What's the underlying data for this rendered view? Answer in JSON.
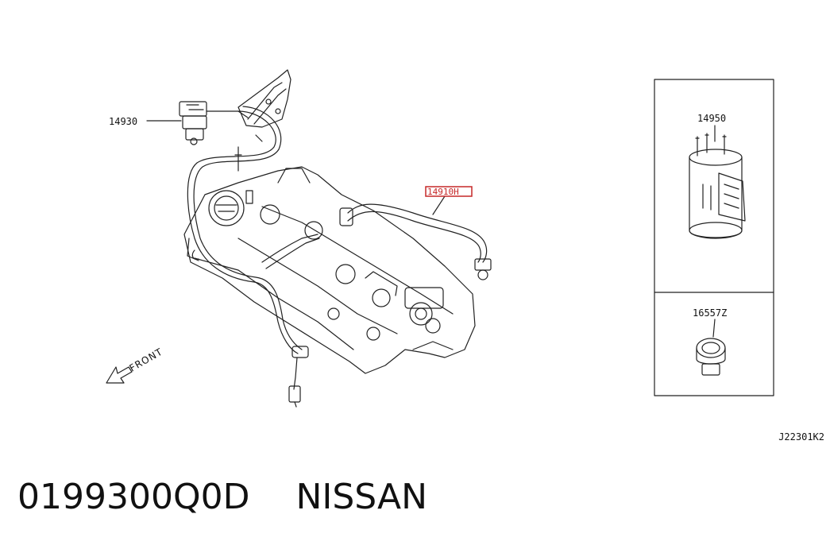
{
  "callouts": {
    "purge_valve": "14930",
    "hose_highlighted": "14910H",
    "canister": "14950",
    "clamp": "16557Z"
  },
  "orientation": {
    "front_label": "FRONT"
  },
  "diagram_code": "J22301K2",
  "footer": {
    "part_number": "0199300Q0D",
    "brand": "NISSAN"
  },
  "colors": {
    "highlight": "#c62828",
    "line": "#222222"
  }
}
